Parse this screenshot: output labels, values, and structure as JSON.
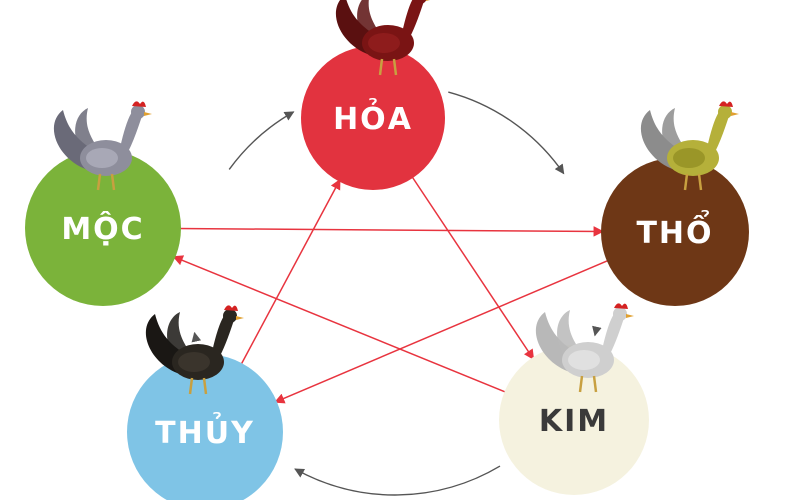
{
  "elements": [
    {
      "id": "hoa",
      "label": "HỎA",
      "color": "#e2333f",
      "text_color": "#ffffff",
      "rooster": {
        "body": "#7a1414",
        "tail": "#5a1010",
        "wing": "#8e1c1c"
      }
    },
    {
      "id": "tho",
      "label": "THỔ",
      "color": "#6e3716",
      "text_color": "#ffffff",
      "rooster": {
        "body": "#b5b03a",
        "tail": "#8c8c8c",
        "wing": "#9a9628"
      }
    },
    {
      "id": "kim",
      "label": "KIM",
      "color": "#f5f2df",
      "text_color": "#3a3a3a",
      "rooster": {
        "body": "#cfcfcf",
        "tail": "#b8b8b8",
        "wing": "#e0e0e0"
      }
    },
    {
      "id": "thuy",
      "label": "THỦY",
      "color": "#7fc4e6",
      "text_color": "#ffffff",
      "rooster": {
        "body": "#2a2620",
        "tail": "#1a1714",
        "wing": "#3a342c"
      }
    },
    {
      "id": "moc",
      "label": "MỘC",
      "color": "#7bb33a",
      "text_color": "#ffffff",
      "rooster": {
        "body": "#8e8e9c",
        "tail": "#6a6a78",
        "wing": "#a8a8b6"
      }
    }
  ],
  "generating_cycle_color": "#555555",
  "overcoming_cycle_color": "#e8343f",
  "generating_cycle": [
    [
      "hoa",
      "tho"
    ],
    [
      "tho",
      "kim"
    ],
    [
      "kim",
      "thuy"
    ],
    [
      "thuy",
      "moc"
    ],
    [
      "moc",
      "hoa"
    ]
  ],
  "overcoming_cycle": [
    [
      "hoa",
      "kim"
    ],
    [
      "kim",
      "moc"
    ],
    [
      "moc",
      "tho"
    ],
    [
      "tho",
      "thuy"
    ],
    [
      "thuy",
      "hoa"
    ]
  ]
}
